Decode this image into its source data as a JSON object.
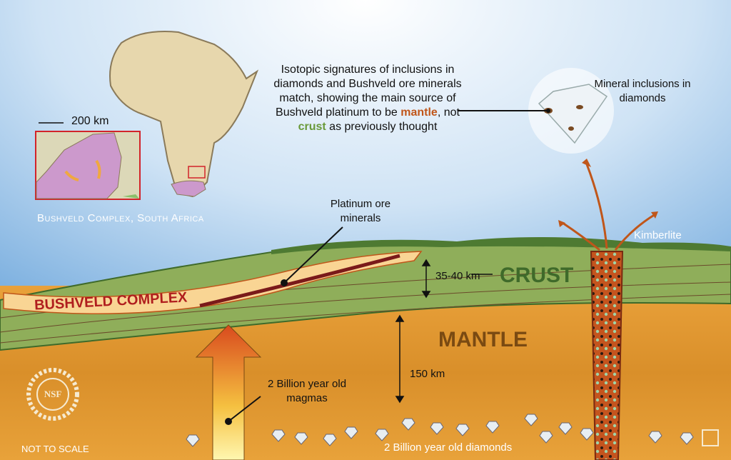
{
  "scale_bar": "200 km",
  "map_caption": "Bushveld Complex, South Africa",
  "main_caption": {
    "line1": "Isotopic signatures of inclusions in",
    "line2": "diamonds and Bushveld ore minerals",
    "line3": "match, showing the main source of",
    "line4_pre": "Bushveld platinum to be ",
    "mantle_word": "mantle",
    "line4_post": ", not",
    "crust_word": "crust",
    "line5_post": " as previously thought"
  },
  "inclusions_label": "Mineral inclusions in diamonds",
  "platinum_label": "Platinum ore minerals",
  "kimberlite_label": "Kimberlite",
  "crust_depth": "35-40 km",
  "crust_label": "CRUST",
  "mantle_label": "MANTLE",
  "bushveld_label": "BUSHVELD COMPLEX",
  "mantle_depth": "150 km",
  "magmas_label": "2 Billion year old magmas",
  "diamonds_label": "2 Billion year old diamonds",
  "not_to_scale": "NOT TO SCALE",
  "logo_text": "NSF",
  "colors": {
    "mantle_word": "#c0561a",
    "crust_word": "#6a9a3a",
    "crust_text": "#3f6a2a",
    "mantle_text": "#7a4a12"
  }
}
